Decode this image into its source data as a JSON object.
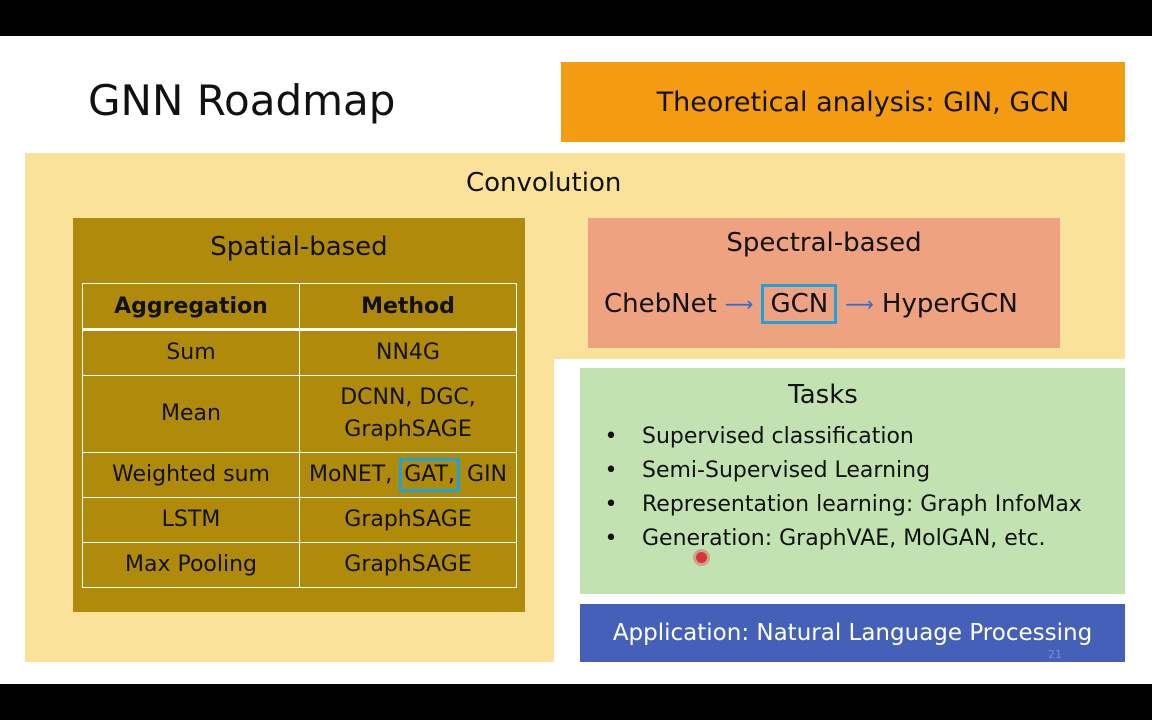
{
  "title": "GNN Roadmap",
  "theoretical": "Theoretical analysis: GIN, GCN",
  "convolution": "Convolution",
  "spatial": {
    "title": "Spatial-based",
    "headers": [
      "Aggregation",
      "Method"
    ],
    "rows": [
      {
        "agg": "Sum",
        "method": "NN4G"
      },
      {
        "agg": "Mean",
        "method_line1": "DCNN, DGC,",
        "method_line2": "GraphSAGE"
      },
      {
        "agg": "Weighted sum",
        "method_pre": "MoNET, ",
        "method_boxed": "GAT,",
        "method_post": " GIN"
      },
      {
        "agg": "LSTM",
        "method": "GraphSAGE"
      },
      {
        "agg": "Max Pooling",
        "method": "GraphSAGE"
      }
    ]
  },
  "spectral": {
    "title": "Spectral-based",
    "chain": [
      "ChebNet",
      "GCN",
      "HyperGCN"
    ]
  },
  "tasks": {
    "title": "Tasks",
    "items": [
      "Supervised classification",
      "Semi-Supervised Learning",
      "Representation learning: Graph InfoMax",
      "Generation: GraphVAE, MolGAN, etc."
    ]
  },
  "application": "Application: Natural Language Processing",
  "page_number": "21",
  "colors": {
    "theory_bg": "#f39c12",
    "convolution_bg": "#fbe29a",
    "spatial_bg": "#b08b0b",
    "spectral_bg": "#eea27f",
    "tasks_bg": "#c3e2b1",
    "application_bg": "#4460b8",
    "highlight_box": "#1ba3dd"
  }
}
